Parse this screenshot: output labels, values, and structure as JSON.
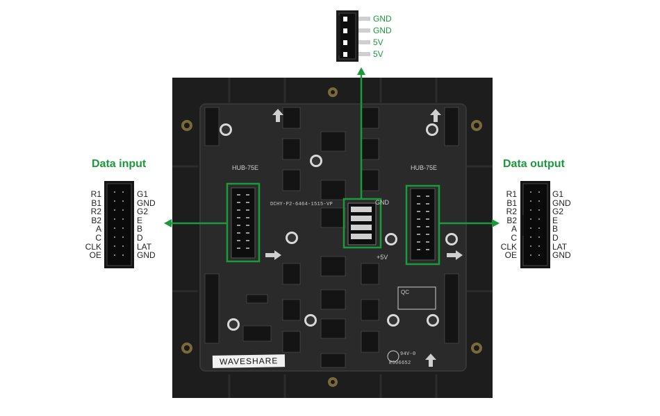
{
  "power_connector": {
    "pins": [
      "GND",
      "GND",
      "5V",
      "5V"
    ]
  },
  "data_input": {
    "title": "Data input",
    "left_pins": [
      "R1",
      "B1",
      "R2",
      "B2",
      "A",
      "C",
      "CLK",
      "OE"
    ],
    "right_pins": [
      "G1",
      "GND",
      "G2",
      "E",
      "B",
      "D",
      "LAT",
      "GND"
    ]
  },
  "data_output": {
    "title": "Data output",
    "left_pins": [
      "R1",
      "B1",
      "R2",
      "B2",
      "A",
      "C",
      "CLK",
      "OE"
    ],
    "right_pins": [
      "G1",
      "GND",
      "G2",
      "E",
      "B",
      "D",
      "LAT",
      "GND"
    ]
  },
  "board": {
    "hub_in_label": "HUB-75E",
    "hub_out_label": "HUB-75E",
    "model": "DCHY-P2-6464-1515-VP",
    "gnd_label": "GND",
    "v5_label": "+5V",
    "qc_label": "QC",
    "brand": "WAVESHARE",
    "cert": "94V-0",
    "cert_id": "E506652"
  },
  "colors": {
    "accent": "#1a9a3a",
    "board": "#262626"
  }
}
